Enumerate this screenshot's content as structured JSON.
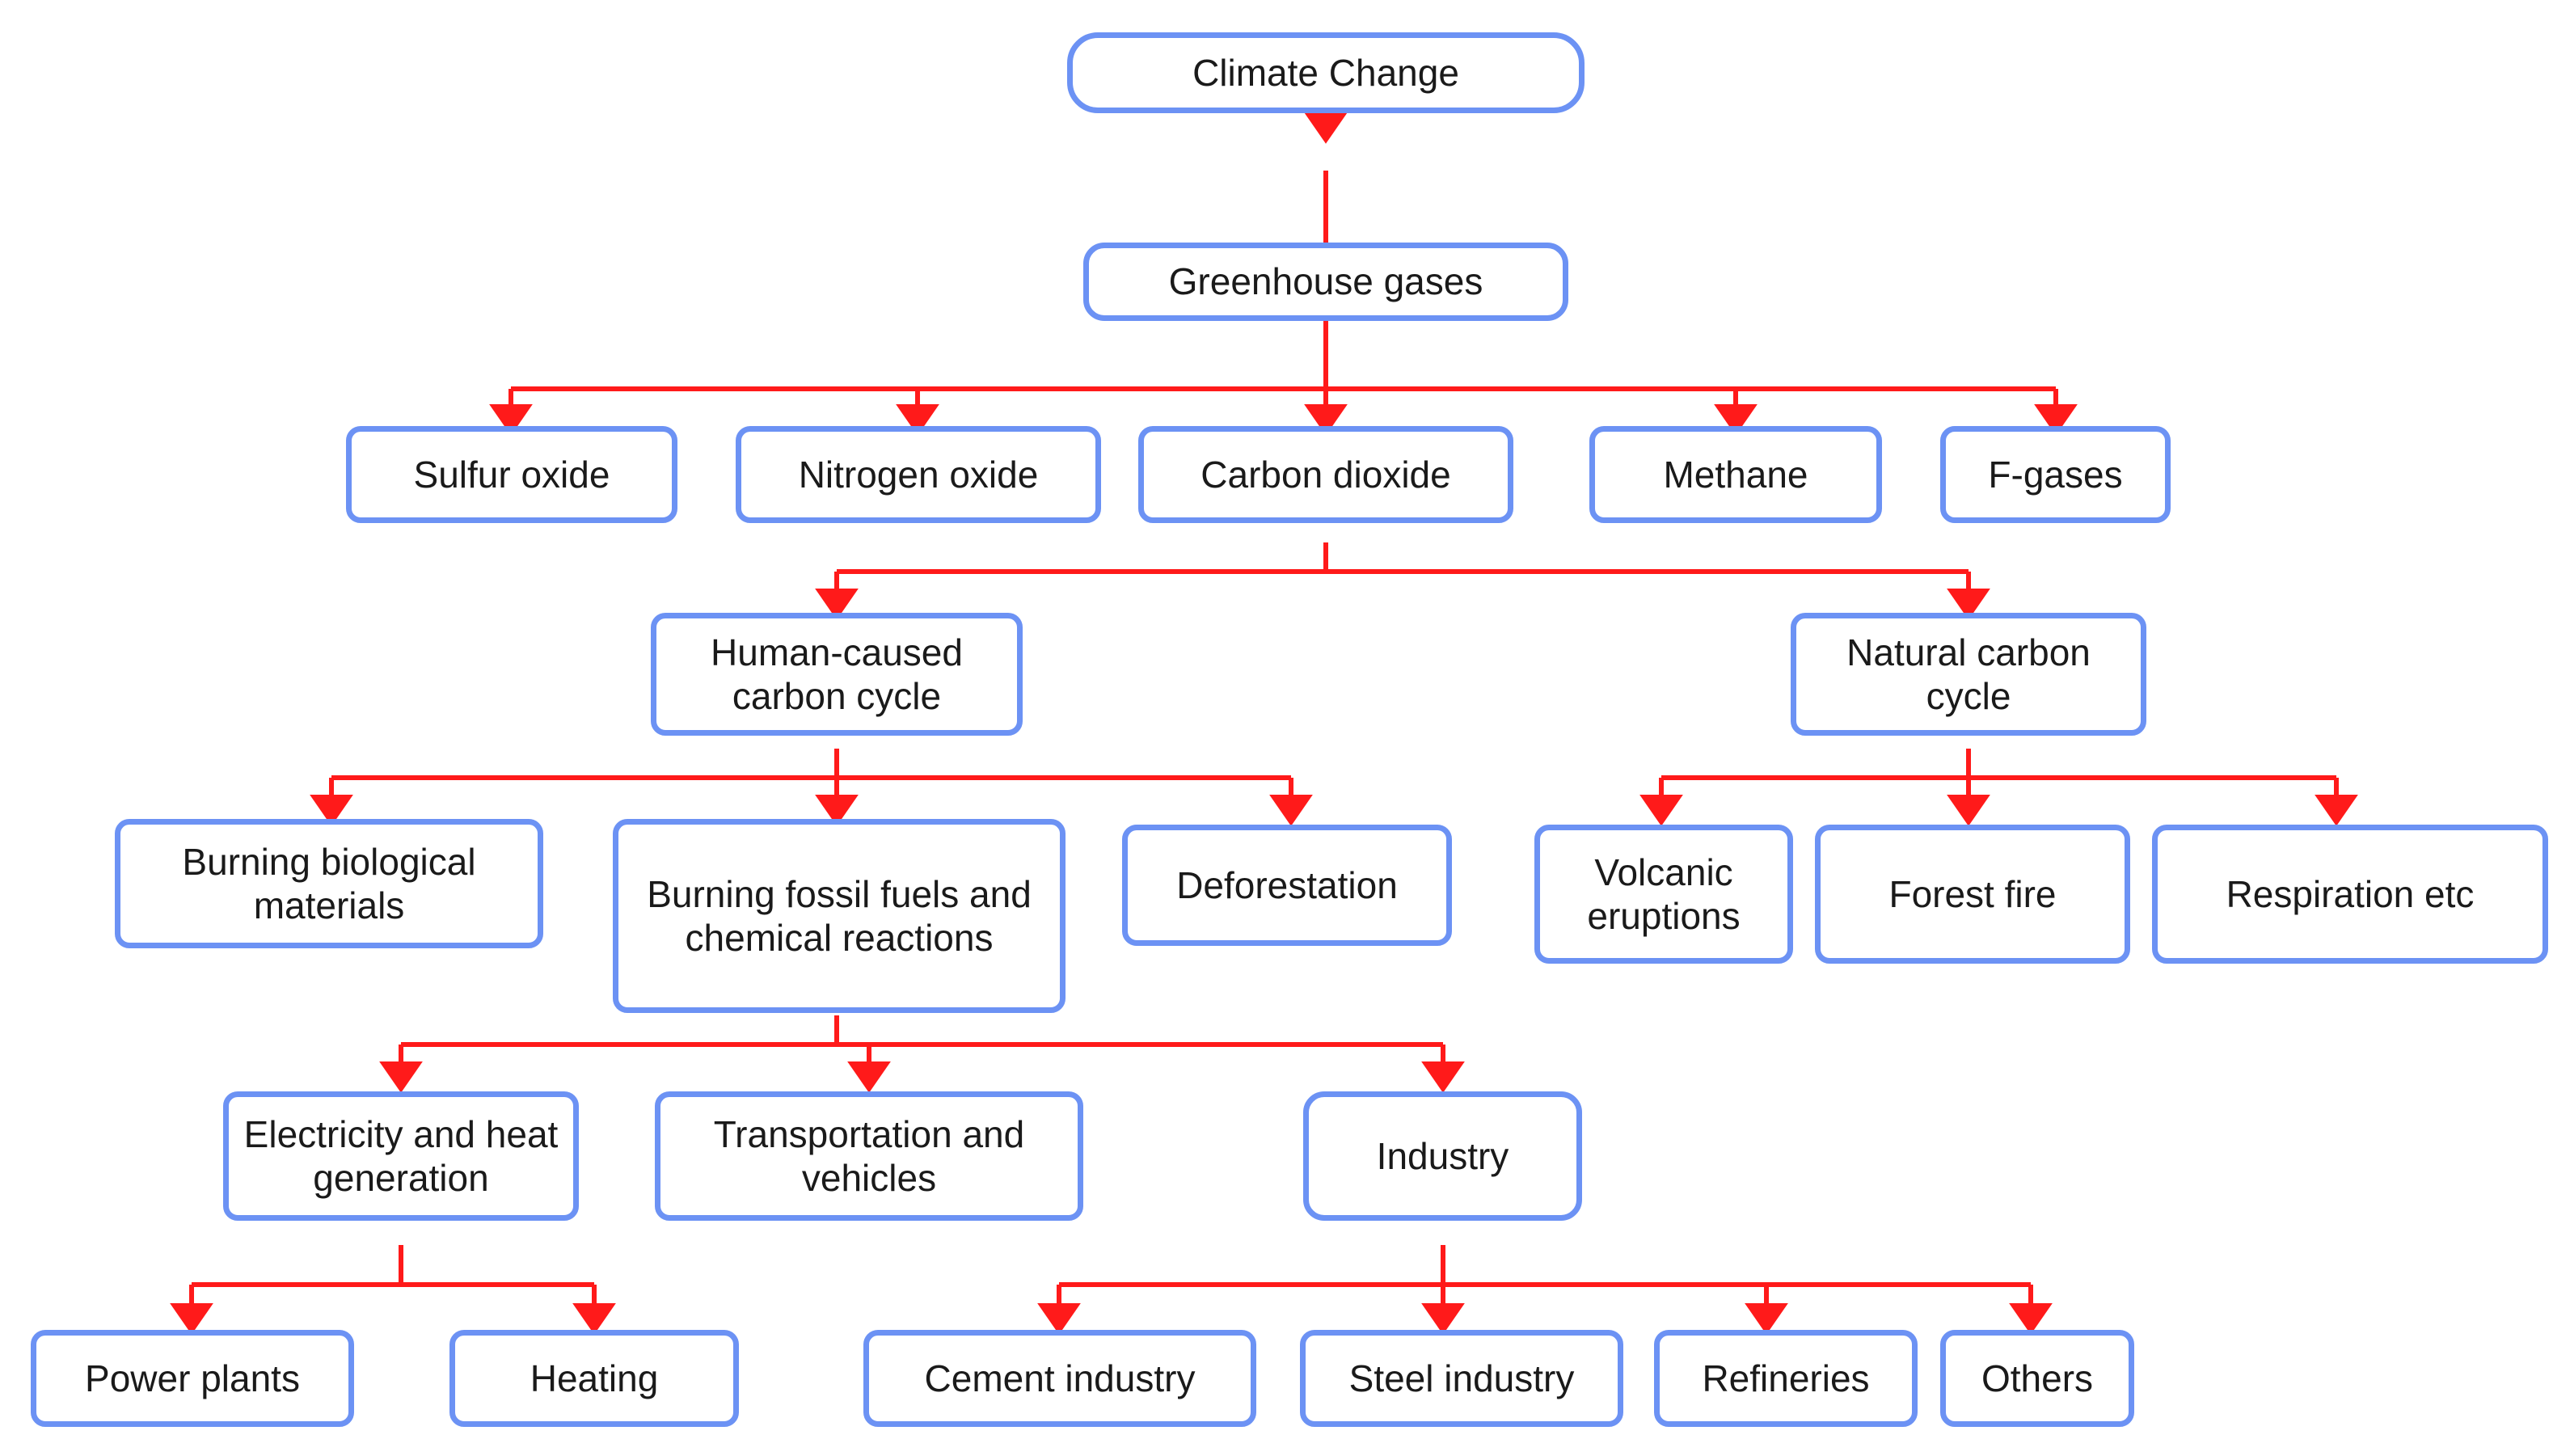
{
  "diagram": {
    "title": "Climate Change causes flowchart",
    "colors": {
      "node_border": "#6C92F4",
      "node_fill": "#FFFFFF",
      "edge": "#FF1A1A",
      "text": "#1A1A1A",
      "background": "#FFFFFF"
    },
    "nodes": [
      {
        "id": "climate-change",
        "label": "Climate Change",
        "level": 0
      },
      {
        "id": "greenhouse-gases",
        "label": "Greenhouse gases",
        "level": 1
      },
      {
        "id": "sulfur-oxide",
        "label": "Sulfur oxide",
        "level": 2
      },
      {
        "id": "nitrogen-oxide",
        "label": "Nitrogen oxide",
        "level": 2
      },
      {
        "id": "carbon-dioxide",
        "label": "Carbon dioxide",
        "level": 2
      },
      {
        "id": "methane",
        "label": "Methane",
        "level": 2
      },
      {
        "id": "f-gases",
        "label": "F-gases",
        "level": 2
      },
      {
        "id": "human-caused-carbon-cycle",
        "label": "Human-caused carbon cycle",
        "level": 3
      },
      {
        "id": "natural-carbon-cycle",
        "label": "Natural carbon cycle",
        "level": 3
      },
      {
        "id": "burning-biological-materials",
        "label": "Burning biological materials",
        "level": 4
      },
      {
        "id": "burning-fossil-fuels",
        "label": "Burning fossil fuels and chemical reactions",
        "level": 4
      },
      {
        "id": "deforestation",
        "label": "Deforestation",
        "level": 4
      },
      {
        "id": "volcanic-eruptions",
        "label": "Volcanic eruptions",
        "level": 4
      },
      {
        "id": "forest-fire",
        "label": "Forest fire",
        "level": 4
      },
      {
        "id": "respiration-etc",
        "label": "Respiration etc",
        "level": 4
      },
      {
        "id": "electricity-heat-generation",
        "label": "Electricity and heat generation",
        "level": 5
      },
      {
        "id": "transportation-vehicles",
        "label": "Transportation and vehicles",
        "level": 5
      },
      {
        "id": "industry",
        "label": "Industry",
        "level": 5
      },
      {
        "id": "power-plants",
        "label": "Power plants",
        "level": 6
      },
      {
        "id": "heating",
        "label": "Heating",
        "level": 6
      },
      {
        "id": "cement-industry",
        "label": "Cement industry",
        "level": 6
      },
      {
        "id": "steel-industry",
        "label": "Steel industry",
        "level": 6
      },
      {
        "id": "refineries",
        "label": "Refineries",
        "level": 6
      },
      {
        "id": "others",
        "label": "Others",
        "level": 6
      }
    ],
    "edges": [
      {
        "from": "climate-change",
        "to": "greenhouse-gases"
      },
      {
        "from": "greenhouse-gases",
        "to": "sulfur-oxide"
      },
      {
        "from": "greenhouse-gases",
        "to": "nitrogen-oxide"
      },
      {
        "from": "greenhouse-gases",
        "to": "carbon-dioxide"
      },
      {
        "from": "greenhouse-gases",
        "to": "methane"
      },
      {
        "from": "greenhouse-gases",
        "to": "f-gases"
      },
      {
        "from": "carbon-dioxide",
        "to": "human-caused-carbon-cycle"
      },
      {
        "from": "carbon-dioxide",
        "to": "natural-carbon-cycle"
      },
      {
        "from": "human-caused-carbon-cycle",
        "to": "burning-biological-materials"
      },
      {
        "from": "human-caused-carbon-cycle",
        "to": "burning-fossil-fuels"
      },
      {
        "from": "human-caused-carbon-cycle",
        "to": "deforestation"
      },
      {
        "from": "natural-carbon-cycle",
        "to": "volcanic-eruptions"
      },
      {
        "from": "natural-carbon-cycle",
        "to": "forest-fire"
      },
      {
        "from": "natural-carbon-cycle",
        "to": "respiration-etc"
      },
      {
        "from": "burning-fossil-fuels",
        "to": "electricity-heat-generation"
      },
      {
        "from": "burning-fossil-fuels",
        "to": "transportation-vehicles"
      },
      {
        "from": "burning-fossil-fuels",
        "to": "industry"
      },
      {
        "from": "electricity-heat-generation",
        "to": "power-plants"
      },
      {
        "from": "electricity-heat-generation",
        "to": "heating"
      },
      {
        "from": "industry",
        "to": "cement-industry"
      },
      {
        "from": "industry",
        "to": "steel-industry"
      },
      {
        "from": "industry",
        "to": "refineries"
      },
      {
        "from": "industry",
        "to": "others"
      }
    ]
  }
}
